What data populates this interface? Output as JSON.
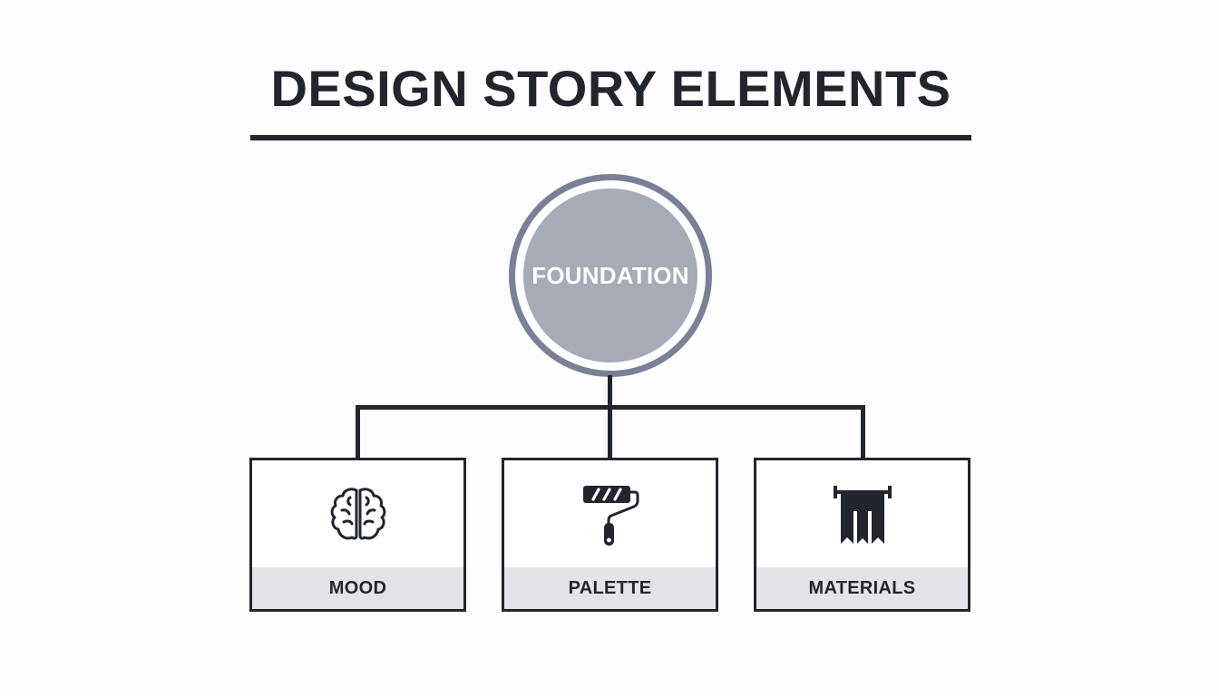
{
  "header": {
    "title": "DESIGN STORY ELEMENTS"
  },
  "hub": {
    "label": "FOUNDATION",
    "fill_color": "#a7abb6",
    "ring_color": "#7b8193"
  },
  "cards": [
    {
      "label": "MOOD",
      "icon": "brain-icon"
    },
    {
      "label": "PALETTE",
      "icon": "paint-roller-icon"
    },
    {
      "label": "MATERIALS",
      "icon": "fabric-banner-icon"
    }
  ],
  "colors": {
    "ink": "#22252c",
    "label_band": "#e3e4e7",
    "background": "#fdfdfd"
  }
}
